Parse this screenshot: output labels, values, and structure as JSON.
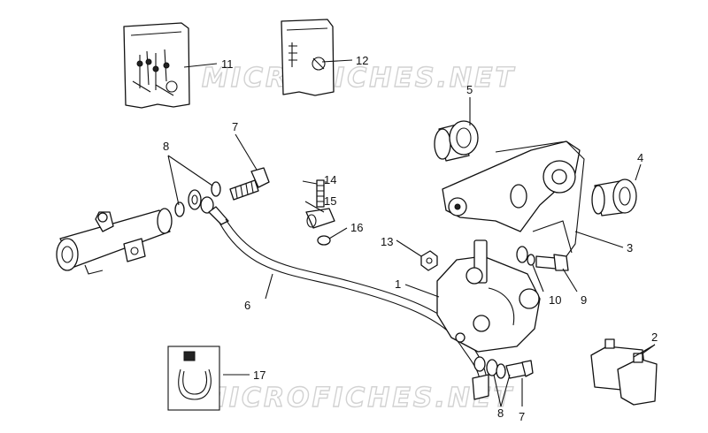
{
  "watermark": "MICROFICHES.NET",
  "callouts": {
    "c1": "1",
    "c2": "2",
    "c3": "3",
    "c4": "4",
    "c5": "5",
    "c6": "6",
    "c7a": "7",
    "c7b": "7",
    "c8a": "8",
    "c8b": "8",
    "c9": "9",
    "c10": "10",
    "c11": "11",
    "c12": "12",
    "c13": "13",
    "c14": "14",
    "c15": "15",
    "c16": "16",
    "c17": "17"
  }
}
